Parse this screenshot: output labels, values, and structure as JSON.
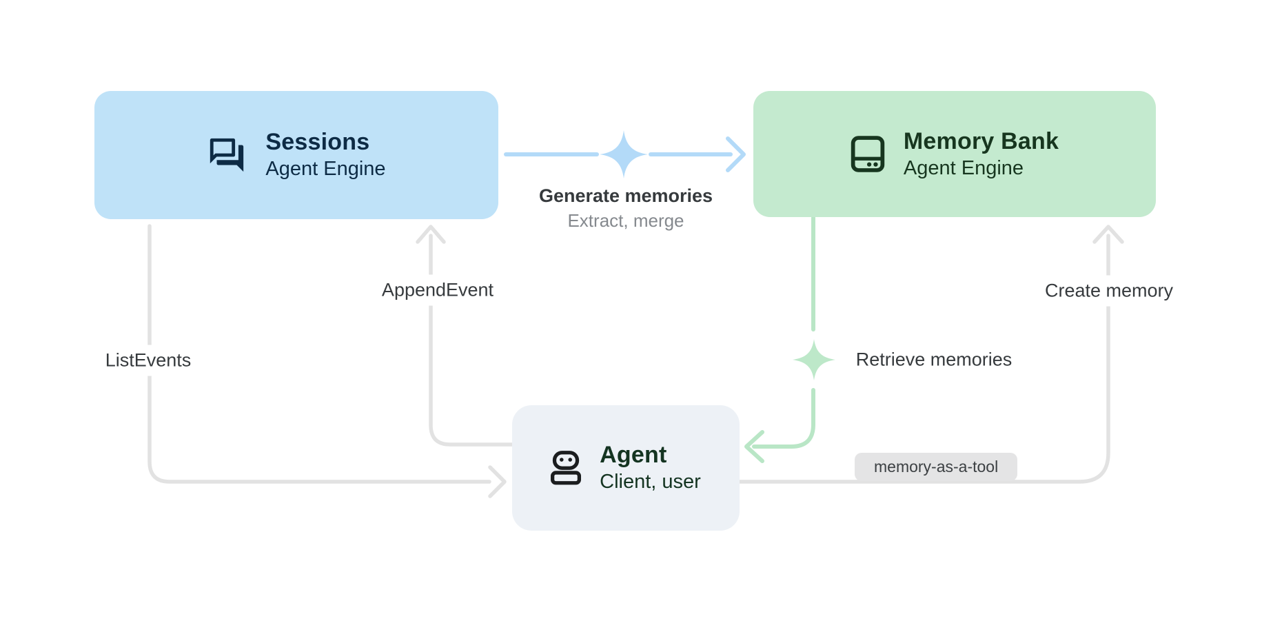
{
  "diagram": {
    "nodes": {
      "sessions": {
        "title": "Sessions",
        "subtitle": "Agent Engine",
        "icon": "chat-forum-icon"
      },
      "memory_bank": {
        "title": "Memory Bank",
        "subtitle": "Agent Engine",
        "icon": "storage-icon"
      },
      "agent": {
        "title": "Agent",
        "subtitle": "Client, user",
        "icon": "robot-icon"
      }
    },
    "edges": {
      "generate_memories": {
        "label": "Generate memories",
        "sublabel": "Extract, merge",
        "from": "Sessions",
        "to": "Memory Bank",
        "style": "blue-sparkle"
      },
      "append_event": {
        "label": "AppendEvent",
        "from": "Agent",
        "to": "Sessions",
        "style": "gray"
      },
      "list_events": {
        "label": "ListEvents",
        "from": "Sessions",
        "to": "Agent",
        "style": "gray"
      },
      "retrieve_memories": {
        "label": "Retrieve memories",
        "from": "Memory Bank",
        "to": "Agent",
        "style": "green-sparkle"
      },
      "create_memory": {
        "label": "Create memory",
        "badge": "memory-as-a-tool",
        "from": "Agent",
        "to": "Memory Bank",
        "style": "gray"
      }
    },
    "colors": {
      "sessions_bg": "#bfe2f8",
      "memory_bank_bg": "#c4eacf",
      "agent_bg": "#edf1f6",
      "sessions_text": "#0d2b45",
      "memory_bank_text": "#17361f",
      "agent_text": "#143421",
      "blue_arrow": "#b3daf8",
      "green_arrow": "#b9e6c6",
      "gray_arrow": "#e2e2e2",
      "label_text": "#363a3d",
      "sublabel_text": "#85898e",
      "badge_bg": "#e4e4e5"
    }
  }
}
